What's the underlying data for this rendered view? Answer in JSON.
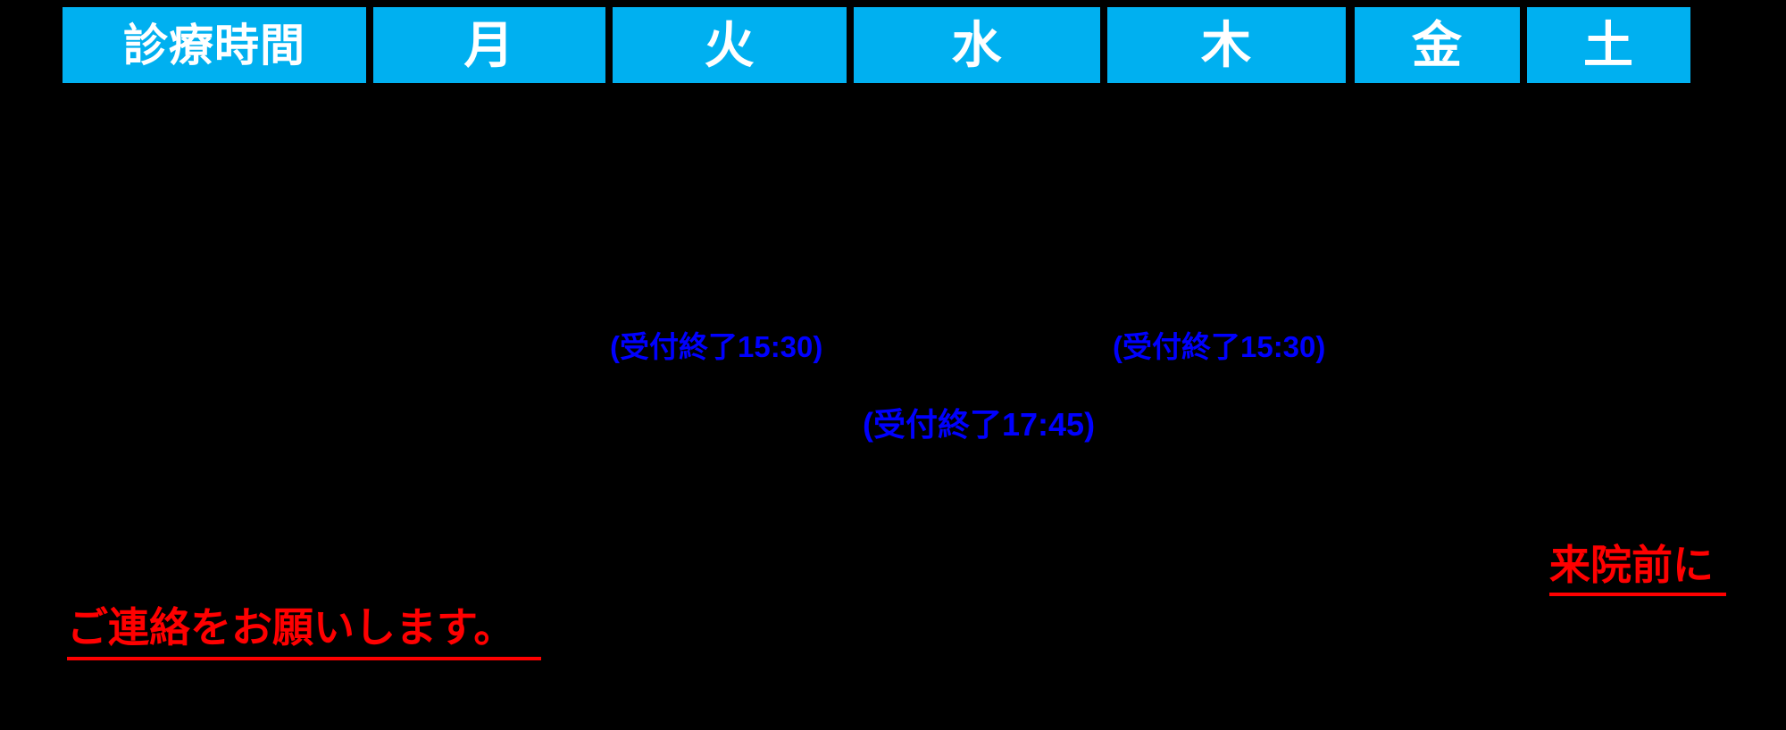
{
  "colors": {
    "background": "#000000",
    "header_bg": "#00B0F0",
    "header_text": "#FFFFFF",
    "note_blue": "#0000FF",
    "warning_red": "#FF0000"
  },
  "table": {
    "columns": [
      {
        "label": "診療時間"
      },
      {
        "label": "月"
      },
      {
        "label": "火"
      },
      {
        "label": "水"
      },
      {
        "label": "木"
      },
      {
        "label": "金"
      },
      {
        "label": "土"
      }
    ]
  },
  "notes": [
    {
      "text": "(受付終了15:30)"
    },
    {
      "text": "(受付終了15:30)"
    },
    {
      "text": "(受付終了17:45)"
    }
  ],
  "warning": {
    "line1": "来院前に",
    "line2": "ご連絡をお願いします。"
  }
}
